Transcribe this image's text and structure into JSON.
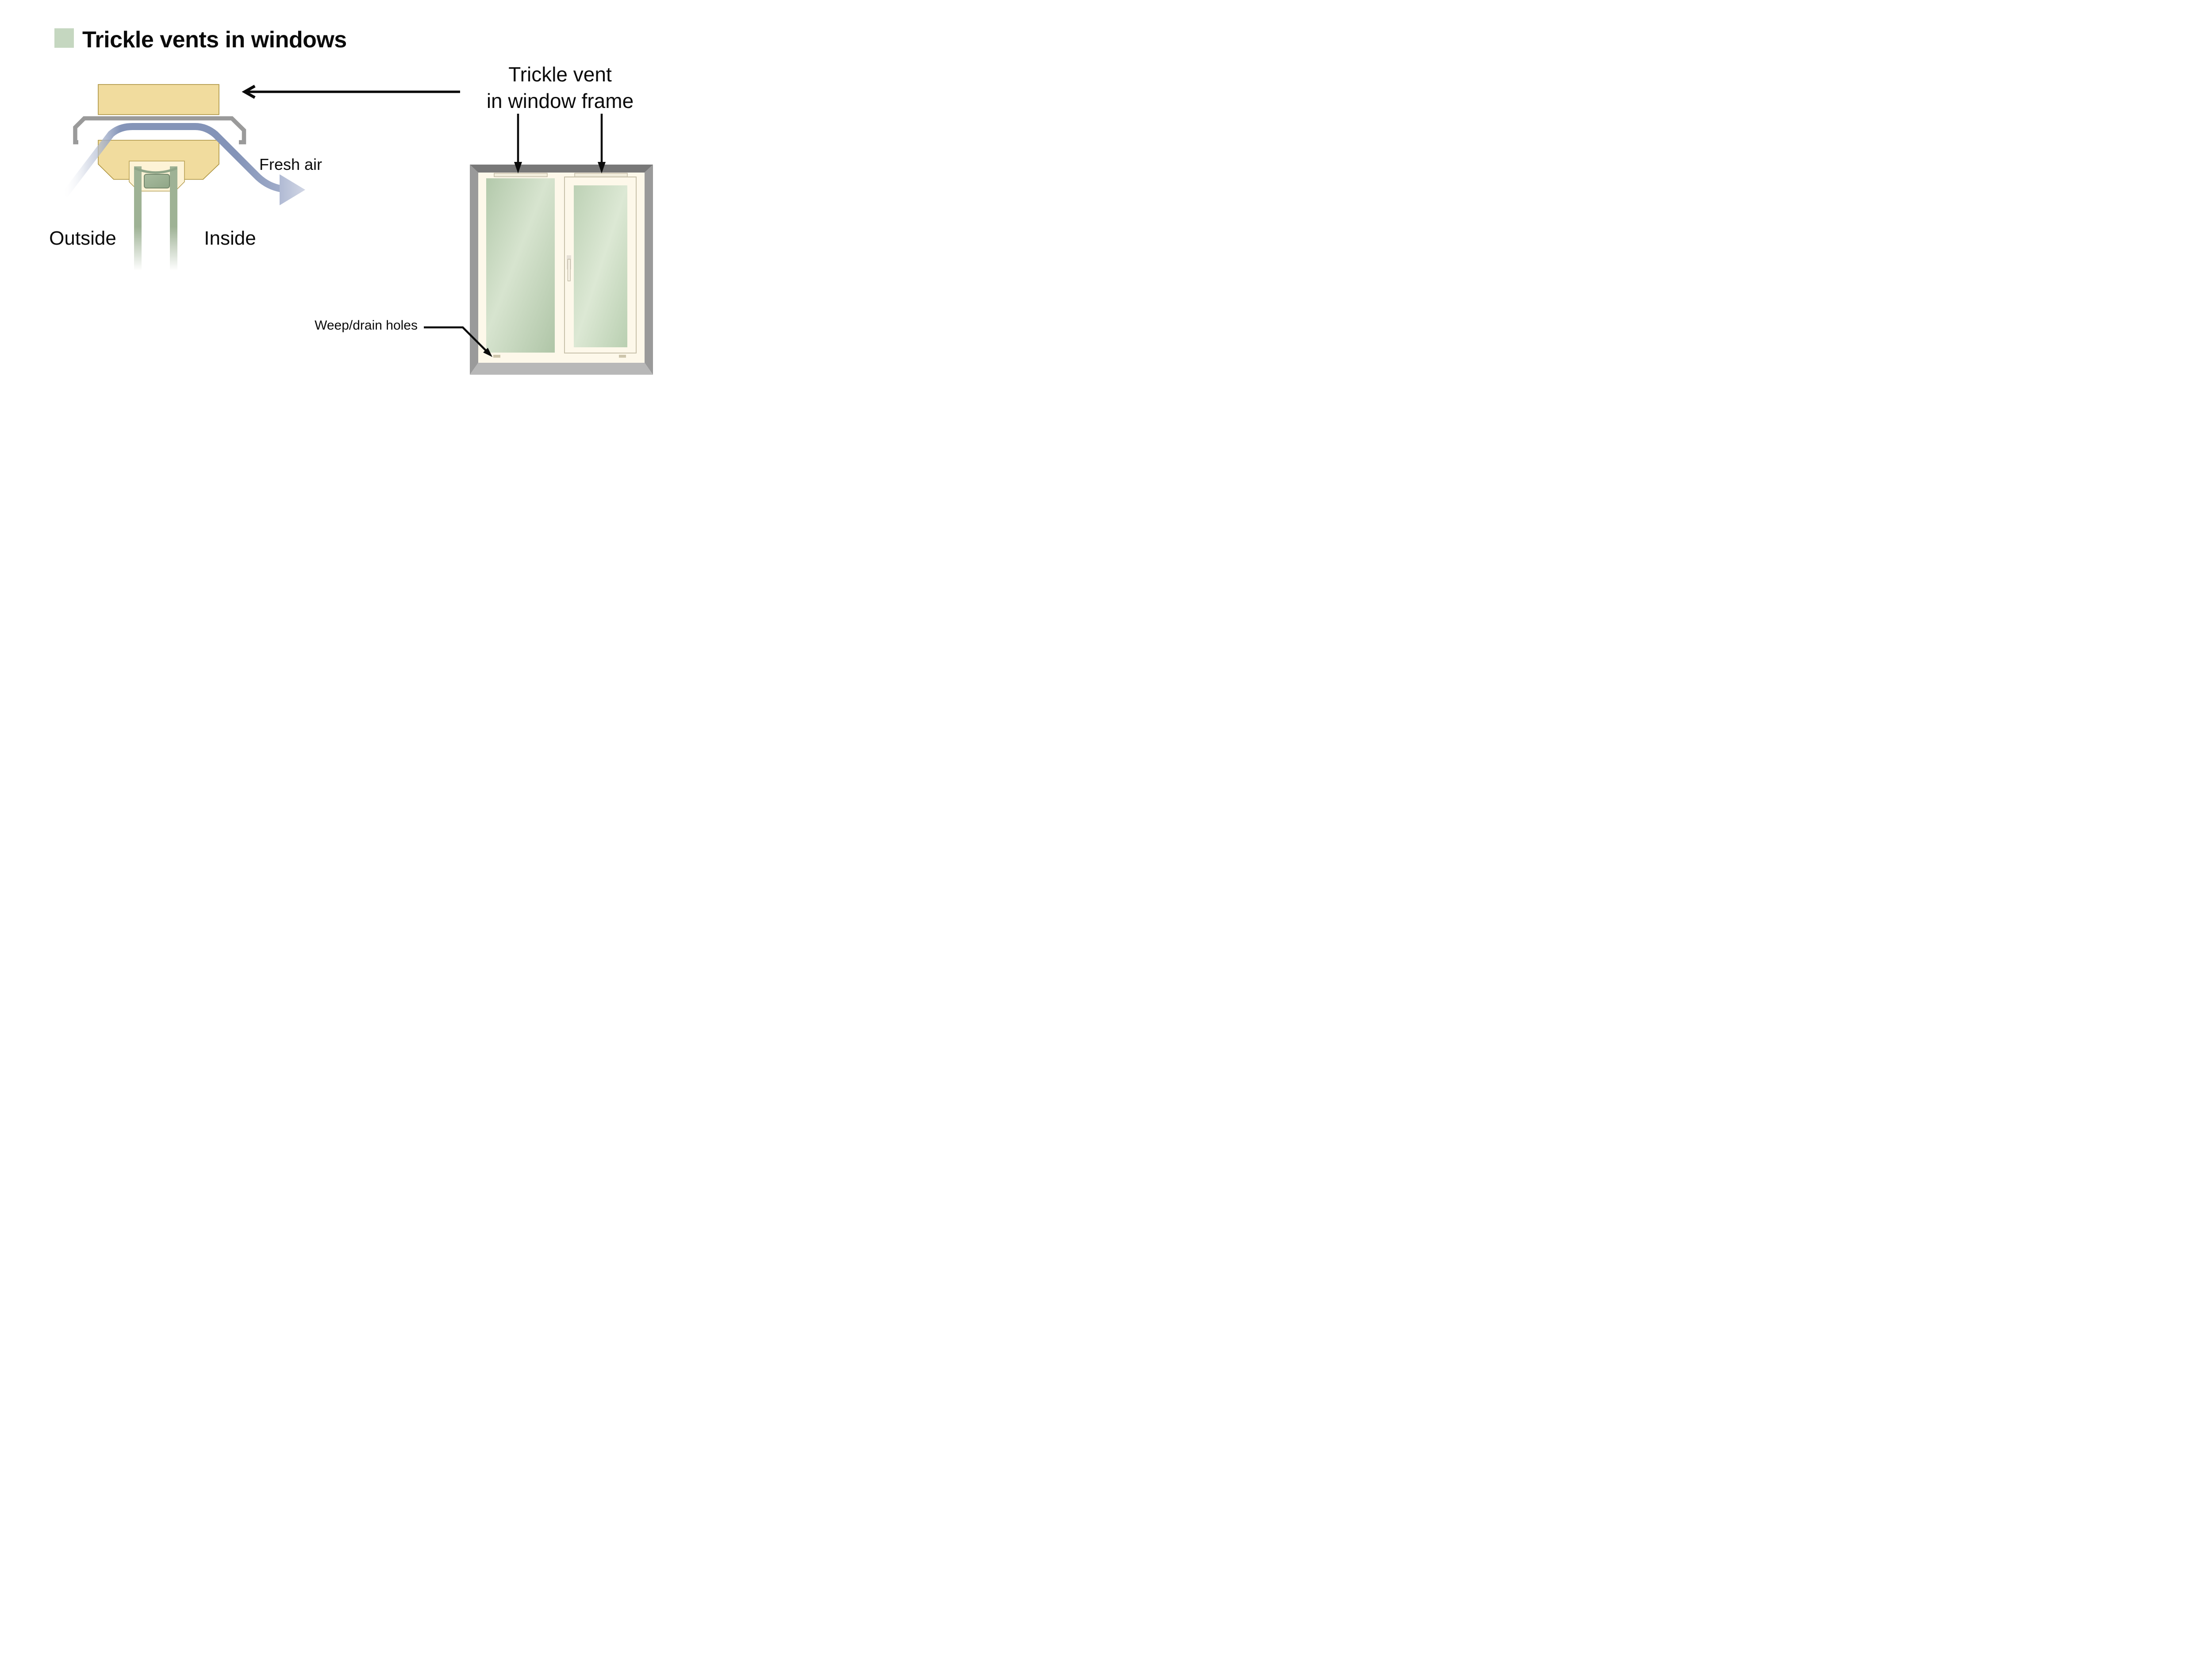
{
  "title": {
    "text": "Trickle vents in windows"
  },
  "cross_section": {
    "outside_label": "Outside",
    "inside_label": "Inside",
    "fresh_air_label": "Fresh air"
  },
  "window_diagram": {
    "vent_label_line1": "Trickle vent",
    "vent_label_line2": "in window frame",
    "weep_label": "Weep/drain holes"
  },
  "colors": {
    "accent_green_swatch": "#C5D7C0",
    "frame_wood_fill": "#F1DC9E",
    "frame_wood_border": "#AB923E",
    "recess_cream": "#FDF3D6",
    "vent_hood_gray": "#9A9A9A",
    "airflow_blue": "#8494B8",
    "glass_green": "#9EB295",
    "seal_green": "#8FA588",
    "spacer_border_green": "#74886D",
    "window_frame_top": "#787878",
    "window_frame_side": "#9A9A9A",
    "window_frame_bottom": "#B8B8B8",
    "window_cream": "#FDF8EA",
    "vent_slot_fill": "#F1ECDB",
    "vent_slot_border": "#B7AF98",
    "sash_border": "#C8C1AA",
    "weep_hole_tan": "#CDC5AB",
    "handle_plate": "#E7E1D7",
    "arrow_black": "#0b0b0b"
  }
}
